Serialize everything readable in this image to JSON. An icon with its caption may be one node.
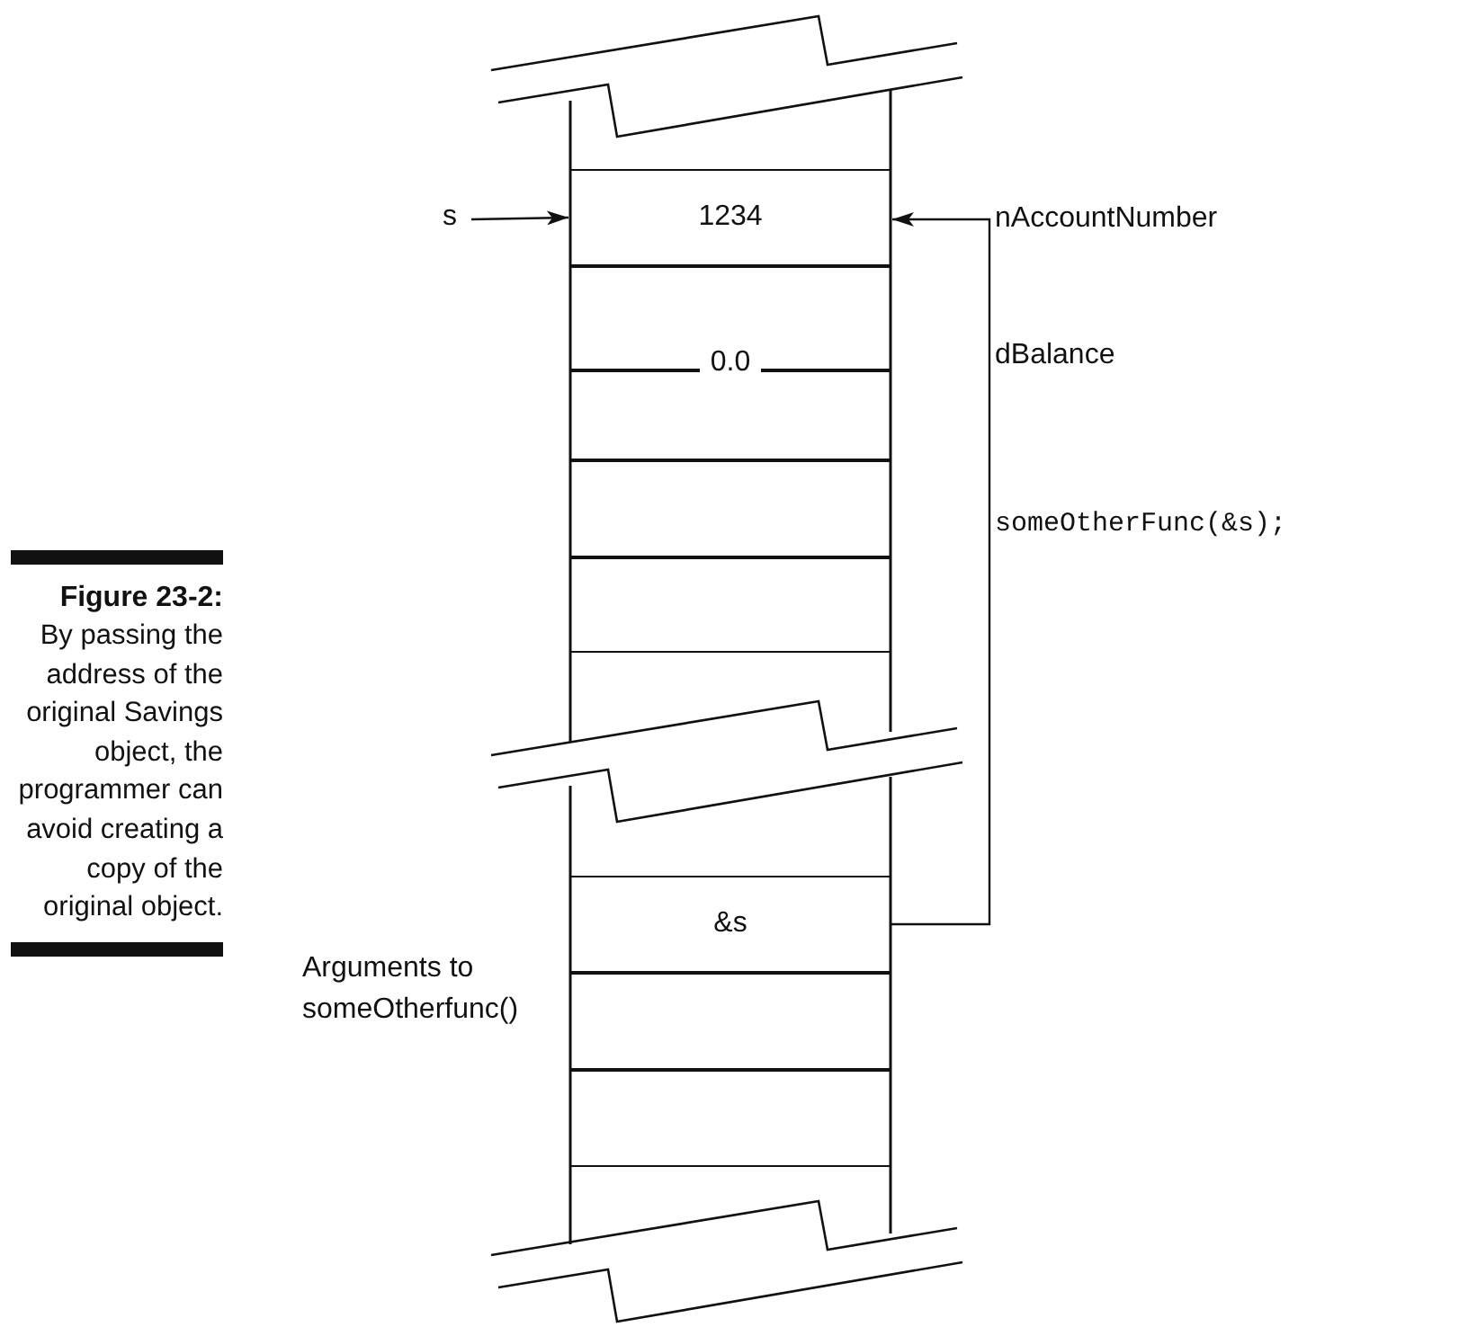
{
  "diagram": {
    "title": "Figure 23-2:",
    "caption": "By passing the address of the original Savings object, the programmer can avoid creating a copy of the original object.",
    "nodes": [
      {
        "text": [
          "s"
        ]
      },
      {
        "text": [
          "1234"
        ]
      },
      {
        "text": [
          "0.0"
        ]
      },
      {
        "text": [],
        "shape": "box"
      },
      {
        "text": [],
        "shape": "box"
      },
      {
        "text": [
          "&s"
        ]
      },
      {
        "text": [],
        "shape": "box"
      },
      {
        "text": [],
        "shape": "box"
      }
    ],
    "edges": [
      {
        "from": 0,
        "to": 1,
        "arrow": "to"
      },
      {
        "from": 5,
        "to": 1,
        "arrow": "to"
      }
    ],
    "labels": [
      "nAccountNumber",
      "dBalance",
      "someOtherFunc(&s);",
      "Arguments to someOtherfunc()"
    ]
  }
}
